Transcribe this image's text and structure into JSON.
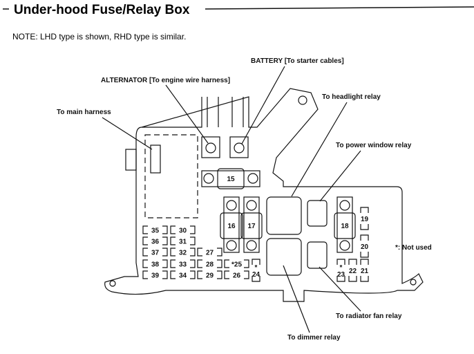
{
  "title": "Under-hood Fuse/Relay Box",
  "note": "NOTE:  LHD type is shown, RHD type is similar.",
  "callouts": {
    "battery": "BATTERY [To starter cables]",
    "alternator": "ALTERNATOR [To engine wire harness]",
    "main_harness": "To main harness",
    "headlight_relay": "To headlight relay",
    "power_window_relay": "To power window relay",
    "radiator_fan_relay": "To radiator fan relay",
    "dimmer_relay": "To dimmer relay",
    "not_used": "*: Not used"
  },
  "fuses": {
    "f15": "15",
    "f16": "16",
    "f17": "17",
    "f18": "18",
    "f19": "19",
    "f20": "20",
    "f21": "21",
    "f22": "22",
    "f23": "*\n23",
    "f24": "*\n24",
    "f25": "*25",
    "f26": "26",
    "f27": "27",
    "f28": "28",
    "f29": "29",
    "f30": "30",
    "f31": "31",
    "f32": "32",
    "f33": "33",
    "f34": "34",
    "f35": "35",
    "f36": "36",
    "f37": "37",
    "f38": "38",
    "f39": "39"
  }
}
